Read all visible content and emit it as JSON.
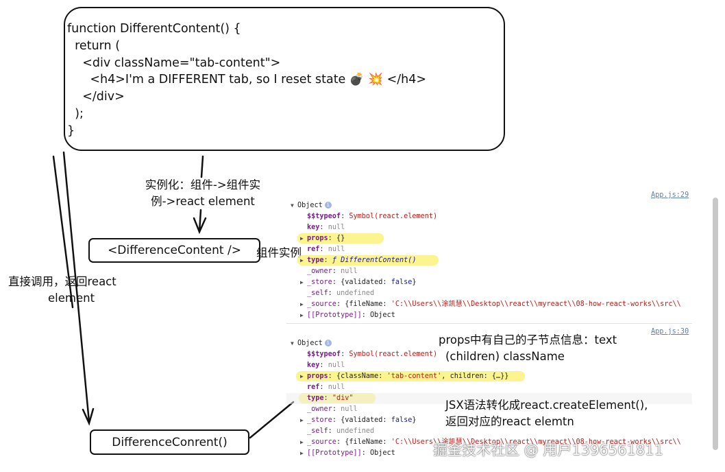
{
  "code": {
    "lines": [
      "function DifferentContent() {",
      "  return (",
      "    <div className=\"tab-content\">",
      "      <h4>I'm a DIFFERENT tab, so I reset state 💣 💥 </h4>",
      "    </div>",
      "  );",
      "}"
    ]
  },
  "labels": {
    "instantiate_line1": "实例化：组件->组件实",
    "instantiate_line2": "例->react element",
    "component_instance": "组件实例",
    "direct_call_line1": "直接调用，返回react",
    "direct_call_line2": "element",
    "props_note_line1": "props中有自己的子节点信息：text",
    "props_note_line2": "(children)   className",
    "jsx_note_line1": "JSX语法转化成react.createElement(),",
    "jsx_note_line2": "返回对应的react elemtn"
  },
  "nodes": {
    "difference_content_tag": "<DifferenceContent />",
    "difference_conrent_call": "DifferenceConrent()"
  },
  "devtools": {
    "obj1": {
      "link": "App.js:29",
      "header": "Object",
      "typeof_key": "$$typeof",
      "typeof_val": "Symbol(react.element)",
      "key_key": "key",
      "key_val": "null",
      "props_key": "props",
      "props_val": "{}",
      "ref_key": "ref",
      "ref_val": "null",
      "type_key": "type",
      "type_val": "ƒ DifferentContent()",
      "owner_key": "_owner",
      "owner_val": "null",
      "store_key": "_store",
      "store_val_open": "{validated: ",
      "store_val_bool": "false",
      "store_val_close": "}",
      "self_key": "_self",
      "self_val": "undefined",
      "source_key": "_source",
      "source_val_open": "{fileName: ",
      "source_val_str": "'C:\\\\Users\\\\涂凯慧\\\\Desktop\\\\react\\\\myreact\\\\08-how-react-works\\\\src\\\\",
      "proto_key": "[[Prototype]]",
      "proto_val": "Object"
    },
    "obj2": {
      "link": "App.js:30",
      "header": "Object",
      "typeof_key": "$$typeof",
      "typeof_val": "Symbol(react.element)",
      "key_key": "key",
      "key_val": "null",
      "props_key": "props",
      "props_val_open": "{className: ",
      "props_val_str": "'tab-content'",
      "props_val_close": ", children: {…}}",
      "ref_key": "ref",
      "ref_val": "null",
      "type_key": "type",
      "type_val": "\"div\"",
      "owner_key": "_owner",
      "owner_val": "null",
      "store_key": "_store",
      "store_val_open": "{validated: ",
      "store_val_bool": "false",
      "store_val_close": "}",
      "self_key": "_self",
      "self_val": "undefined",
      "source_key": "_source",
      "source_val_open": "{fileName: ",
      "source_val_str": "'C:\\\\Users\\\\涂凯慧\\\\Desktop\\\\react\\\\myreact\\\\08-how-react-works\\\\src\\\\",
      "proto_key": "[[Prototype]]",
      "proto_val": "Object"
    }
  },
  "watermark": "掘金技术社区 @ 用户1396561811"
}
